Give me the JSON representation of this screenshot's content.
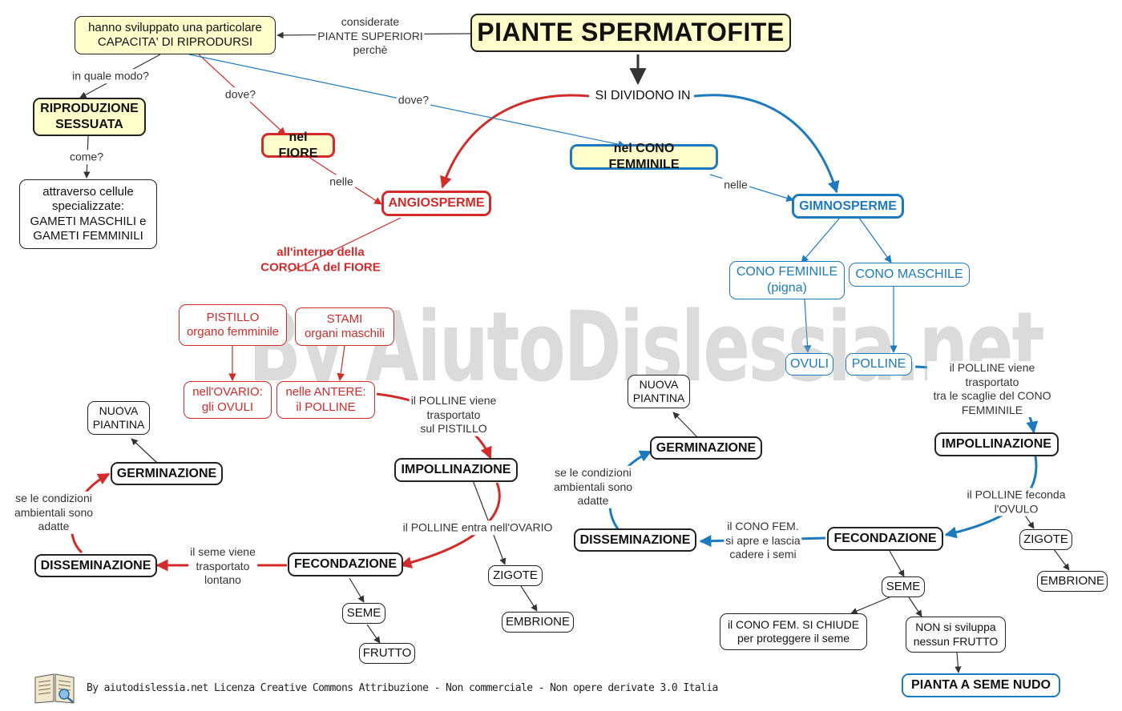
{
  "watermark": "By AiutoDislessia.net",
  "footer": "By aiutodislessia.net Licenza Creative Commons Attribuzione - Non commerciale - Non opere derivate 3.0 Italia",
  "icons": {
    "logo": "book-icon"
  },
  "colors": {
    "red": "#d32a2a",
    "blue": "#1c7bbf",
    "yellow": "#ffffcc",
    "black": "#222222"
  },
  "nodes": {
    "title": "PIANTE SPERMATOFITE",
    "capacita": "hanno sviluppato una particolare\nCAPACITA' DI RIPRODURSI",
    "riproduzione": "RIPRODUZIONE\nSESSUATA",
    "gameti": "attraverso cellule\nspecializzate:\nGAMETI MASCHILI e\nGAMETI FEMMINILI",
    "fiore": "nel FIORE",
    "cono_femminile": "nel CONO FEMMINILE",
    "angiosperme": "ANGIOSPERME",
    "gimnosperme": "GIMNOSPERME",
    "pistillo": "PISTILLO\norgano femminile",
    "stami": "STAMI\norgani maschili",
    "ovario": "nell'OVARIO:\ngli OVULI",
    "antere": "nelle ANTERE:\nil POLLINE",
    "cono_feminile": "CONO FEMINILE\n(pigna)",
    "cono_maschile": "CONO MASCHILE",
    "ovuli": "OVULI",
    "polline": "POLLINE",
    "a_impoll": "IMPOLLINAZIONE",
    "a_fecond": "FECONDAZIONE",
    "a_zigote": "ZIGOTE",
    "a_embrione": "EMBRIONE",
    "a_seme": "SEME",
    "a_frutto": "FRUTTO",
    "a_dissem": "DISSEMINAZIONE",
    "a_germ": "GERMINAZIONE",
    "a_nuova": "NUOVA\nPIANTINA",
    "g_impoll": "IMPOLLINAZIONE",
    "g_fecond": "FECONDAZIONE",
    "g_zigote": "ZIGOTE",
    "g_embrione": "EMBRIONE",
    "g_seme": "SEME",
    "g_chiude": "il CONO FEM. SI CHIUDE\nper proteggere il seme",
    "g_nonfrutto": "NON si sviluppa\nnessun FRUTTO",
    "g_nudo": "PIANTA A SEME NUDO",
    "g_dissem": "DISSEMINAZIONE",
    "g_germ": "GERMINAZIONE",
    "g_nuova": "NUOVA\nPIANTINA"
  },
  "labels": {
    "considerate": "considerate\nPIANTE SUPERIORI\nperchè",
    "si_dividono": "SI DIVIDONO IN",
    "in_quale_modo": "in quale modo?",
    "come": "come?",
    "dove1": "dove?",
    "dove2": "dove?",
    "nelle1": "nelle",
    "nelle2": "nelle",
    "interno_corolla": "all'interno della\nCOROLLA del FIORE",
    "a_trasporto": "il POLLINE viene\ntrasportato\nsul PISTILLO",
    "a_entra": "il POLLINE entra nell'OVARIO",
    "a_lontano": "il seme viene\ntrasportato\nlontano",
    "a_condizioni": "se le condizioni\nambientali sono\nadatte",
    "g_trasporto": "il POLLINE viene trasportato\ntra le scaglie del CONO FEMMINILE",
    "g_feconda": "il POLLINE feconda l'OVULO",
    "g_cadere": "il CONO FEM.\nsi apre e lascia\ncadere i semi",
    "g_condizioni": "se le condizioni\nambientali sono\nadatte"
  }
}
